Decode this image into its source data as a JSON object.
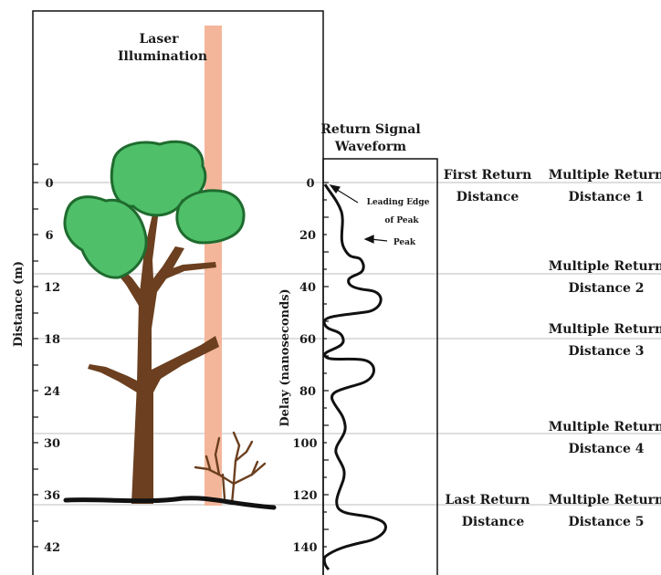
{
  "laser": {
    "label_line1": "Laser",
    "label_line2": "Illumination",
    "color": "#f4b69a"
  },
  "waveform": {
    "title_line1": "Return Signal",
    "title_line2": "Waveform",
    "leading_edge_line1": "Leading Edge",
    "leading_edge_line2": "of Peak",
    "peak_label": "Peak"
  },
  "left_axis": {
    "label": "Distance (m)",
    "ticks": [
      "0",
      "6",
      "12",
      "18",
      "24",
      "30",
      "36",
      "42"
    ]
  },
  "delay_axis": {
    "label": "Delay (nanoseconds)",
    "ticks": [
      "0",
      "20",
      "40",
      "60",
      "80",
      "100",
      "120",
      "140"
    ]
  },
  "returns": {
    "first_line1": "First Return",
    "first_line2": "Distance",
    "last_line1": "Last Return",
    "last_line2": "Distance",
    "multiple": [
      {
        "line1": "Multiple Return",
        "line2": "Distance 1"
      },
      {
        "line1": "Multiple Return",
        "line2": "Distance 2"
      },
      {
        "line1": "Multiple Return",
        "line2": "Distance 3"
      },
      {
        "line1": "Multiple Return",
        "line2": "Distance 4"
      },
      {
        "line1": "Multiple Return",
        "line2": "Distance 5"
      }
    ]
  },
  "colors": {
    "trunk": "#6b3f1f",
    "foliage": "#4fbf6a",
    "foliage_outline": "#1f6b2e",
    "ground": "#111111",
    "guide_lines": "#bdbdbd"
  }
}
